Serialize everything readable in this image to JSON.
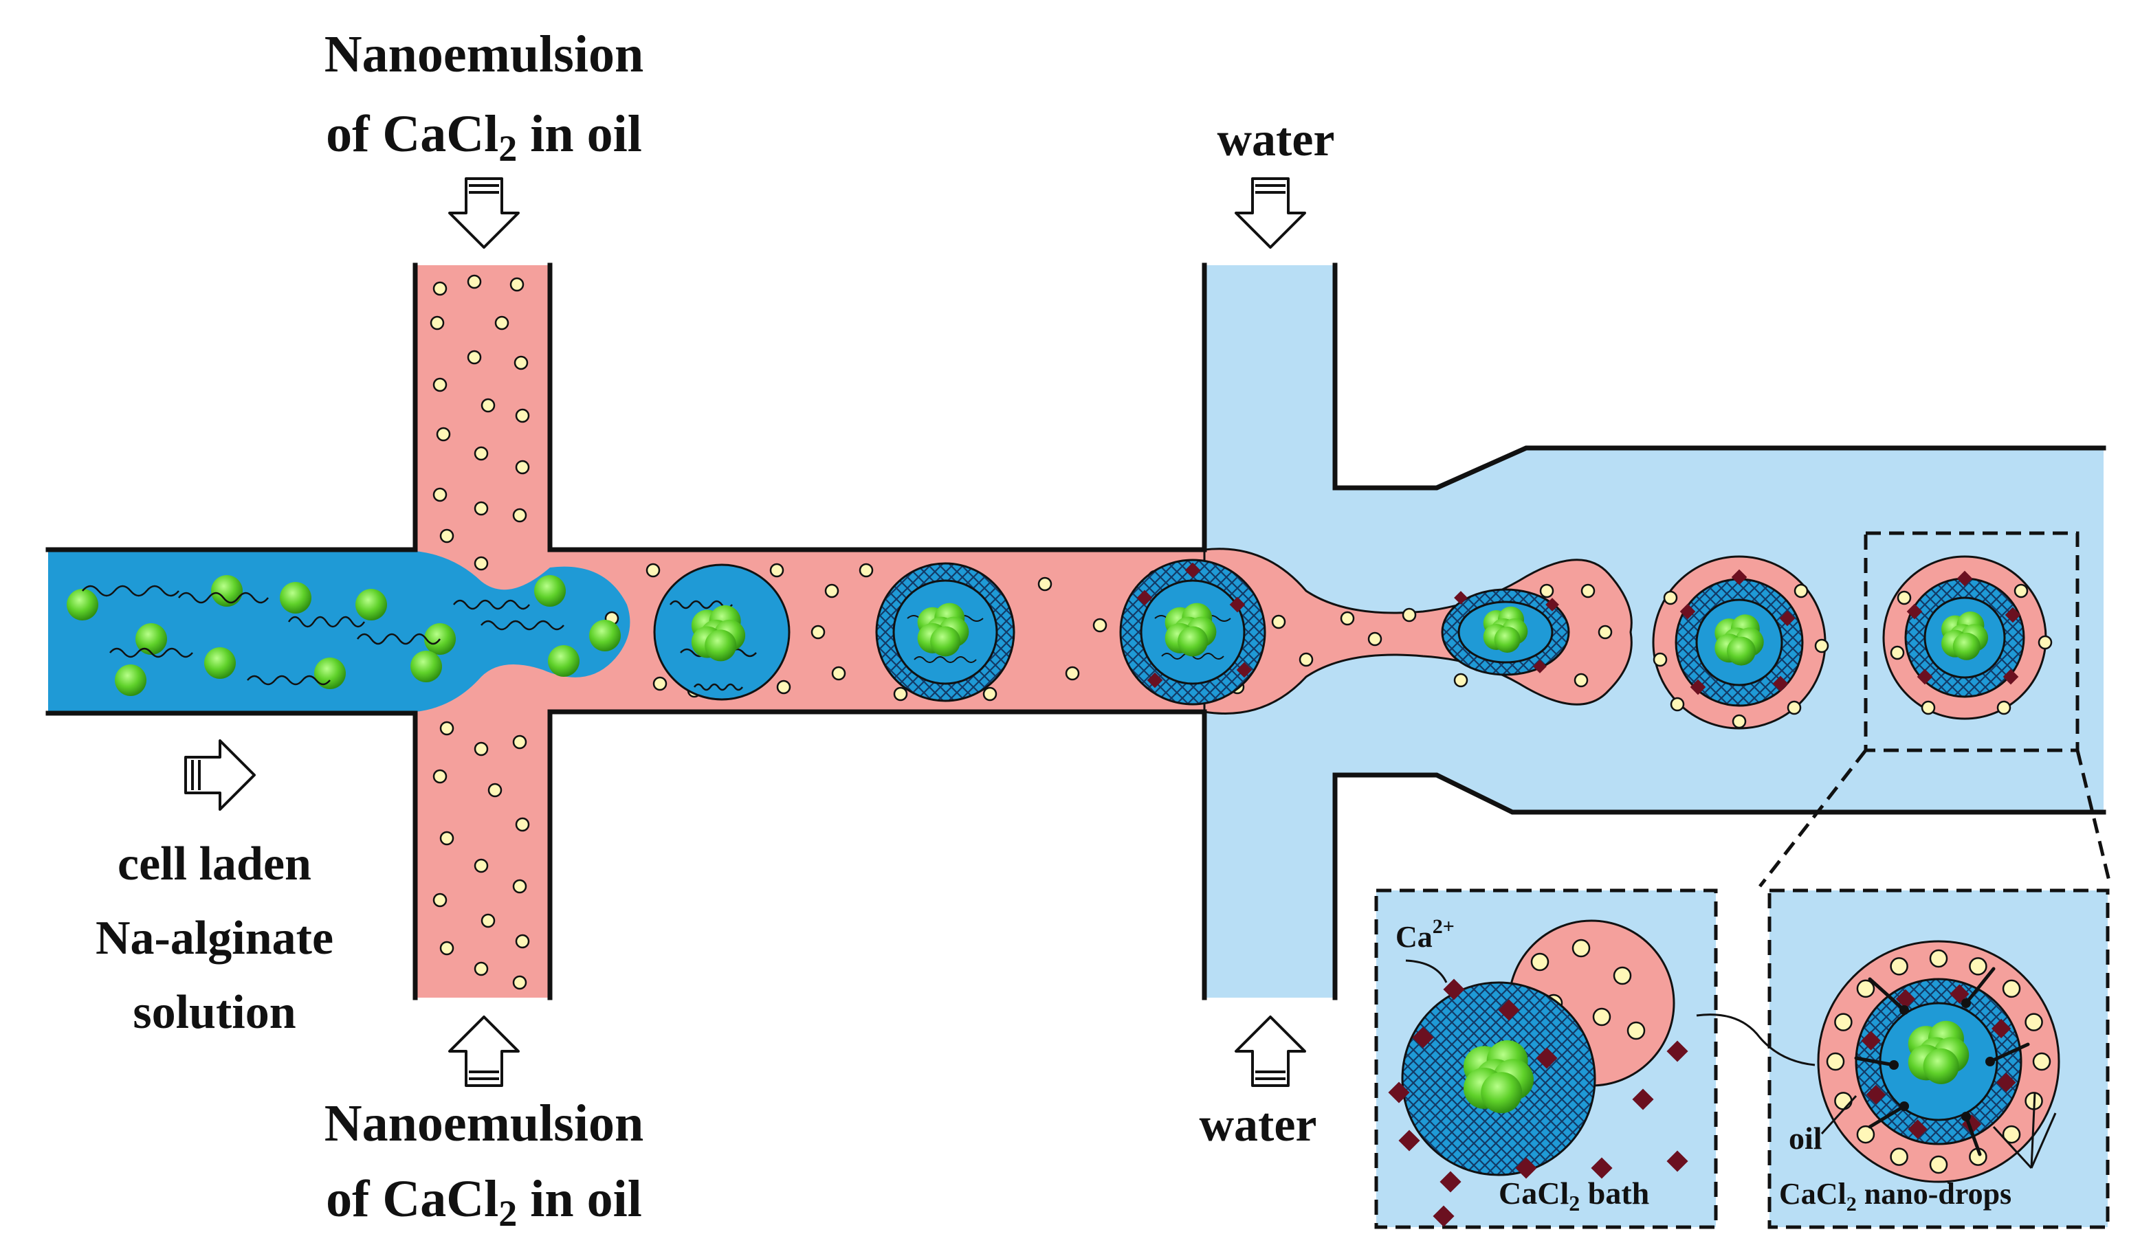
{
  "labels": {
    "top_left": {
      "line1": "Nanoemulsion",
      "line2_prefix": "of CaCl",
      "line2_sub": "2",
      "line2_suffix": " in oil"
    },
    "bottom_left": {
      "line1": "Nanoemulsion",
      "line2_prefix": "of CaCl",
      "line2_sub": "2",
      "line2_suffix": " in oil"
    },
    "water_top": "water",
    "water_bottom": "water",
    "inlet": {
      "line1": "cell laden",
      "line2": "Na-alginate",
      "line3": "solution"
    },
    "inset_left": {
      "ion_base": "Ca",
      "ion_sup": "2+",
      "bath_prefix": "CaCl",
      "bath_sub": "2",
      "bath_suffix": " bath"
    },
    "inset_right": {
      "oil": "oil",
      "drops_prefix": "CaCl",
      "drops_sub": "2",
      "drops_suffix": " nano-drops"
    }
  },
  "colors": {
    "alginate_blue": "#1f9ad6",
    "oil_pink": "#f4a09c",
    "water_light_blue": "#b8def5",
    "nano_drop_yellow": "#fff7b8",
    "cell_green": "#4cc71c",
    "ca_ion_dark_red": "#6b1020",
    "outline": "#111111"
  }
}
